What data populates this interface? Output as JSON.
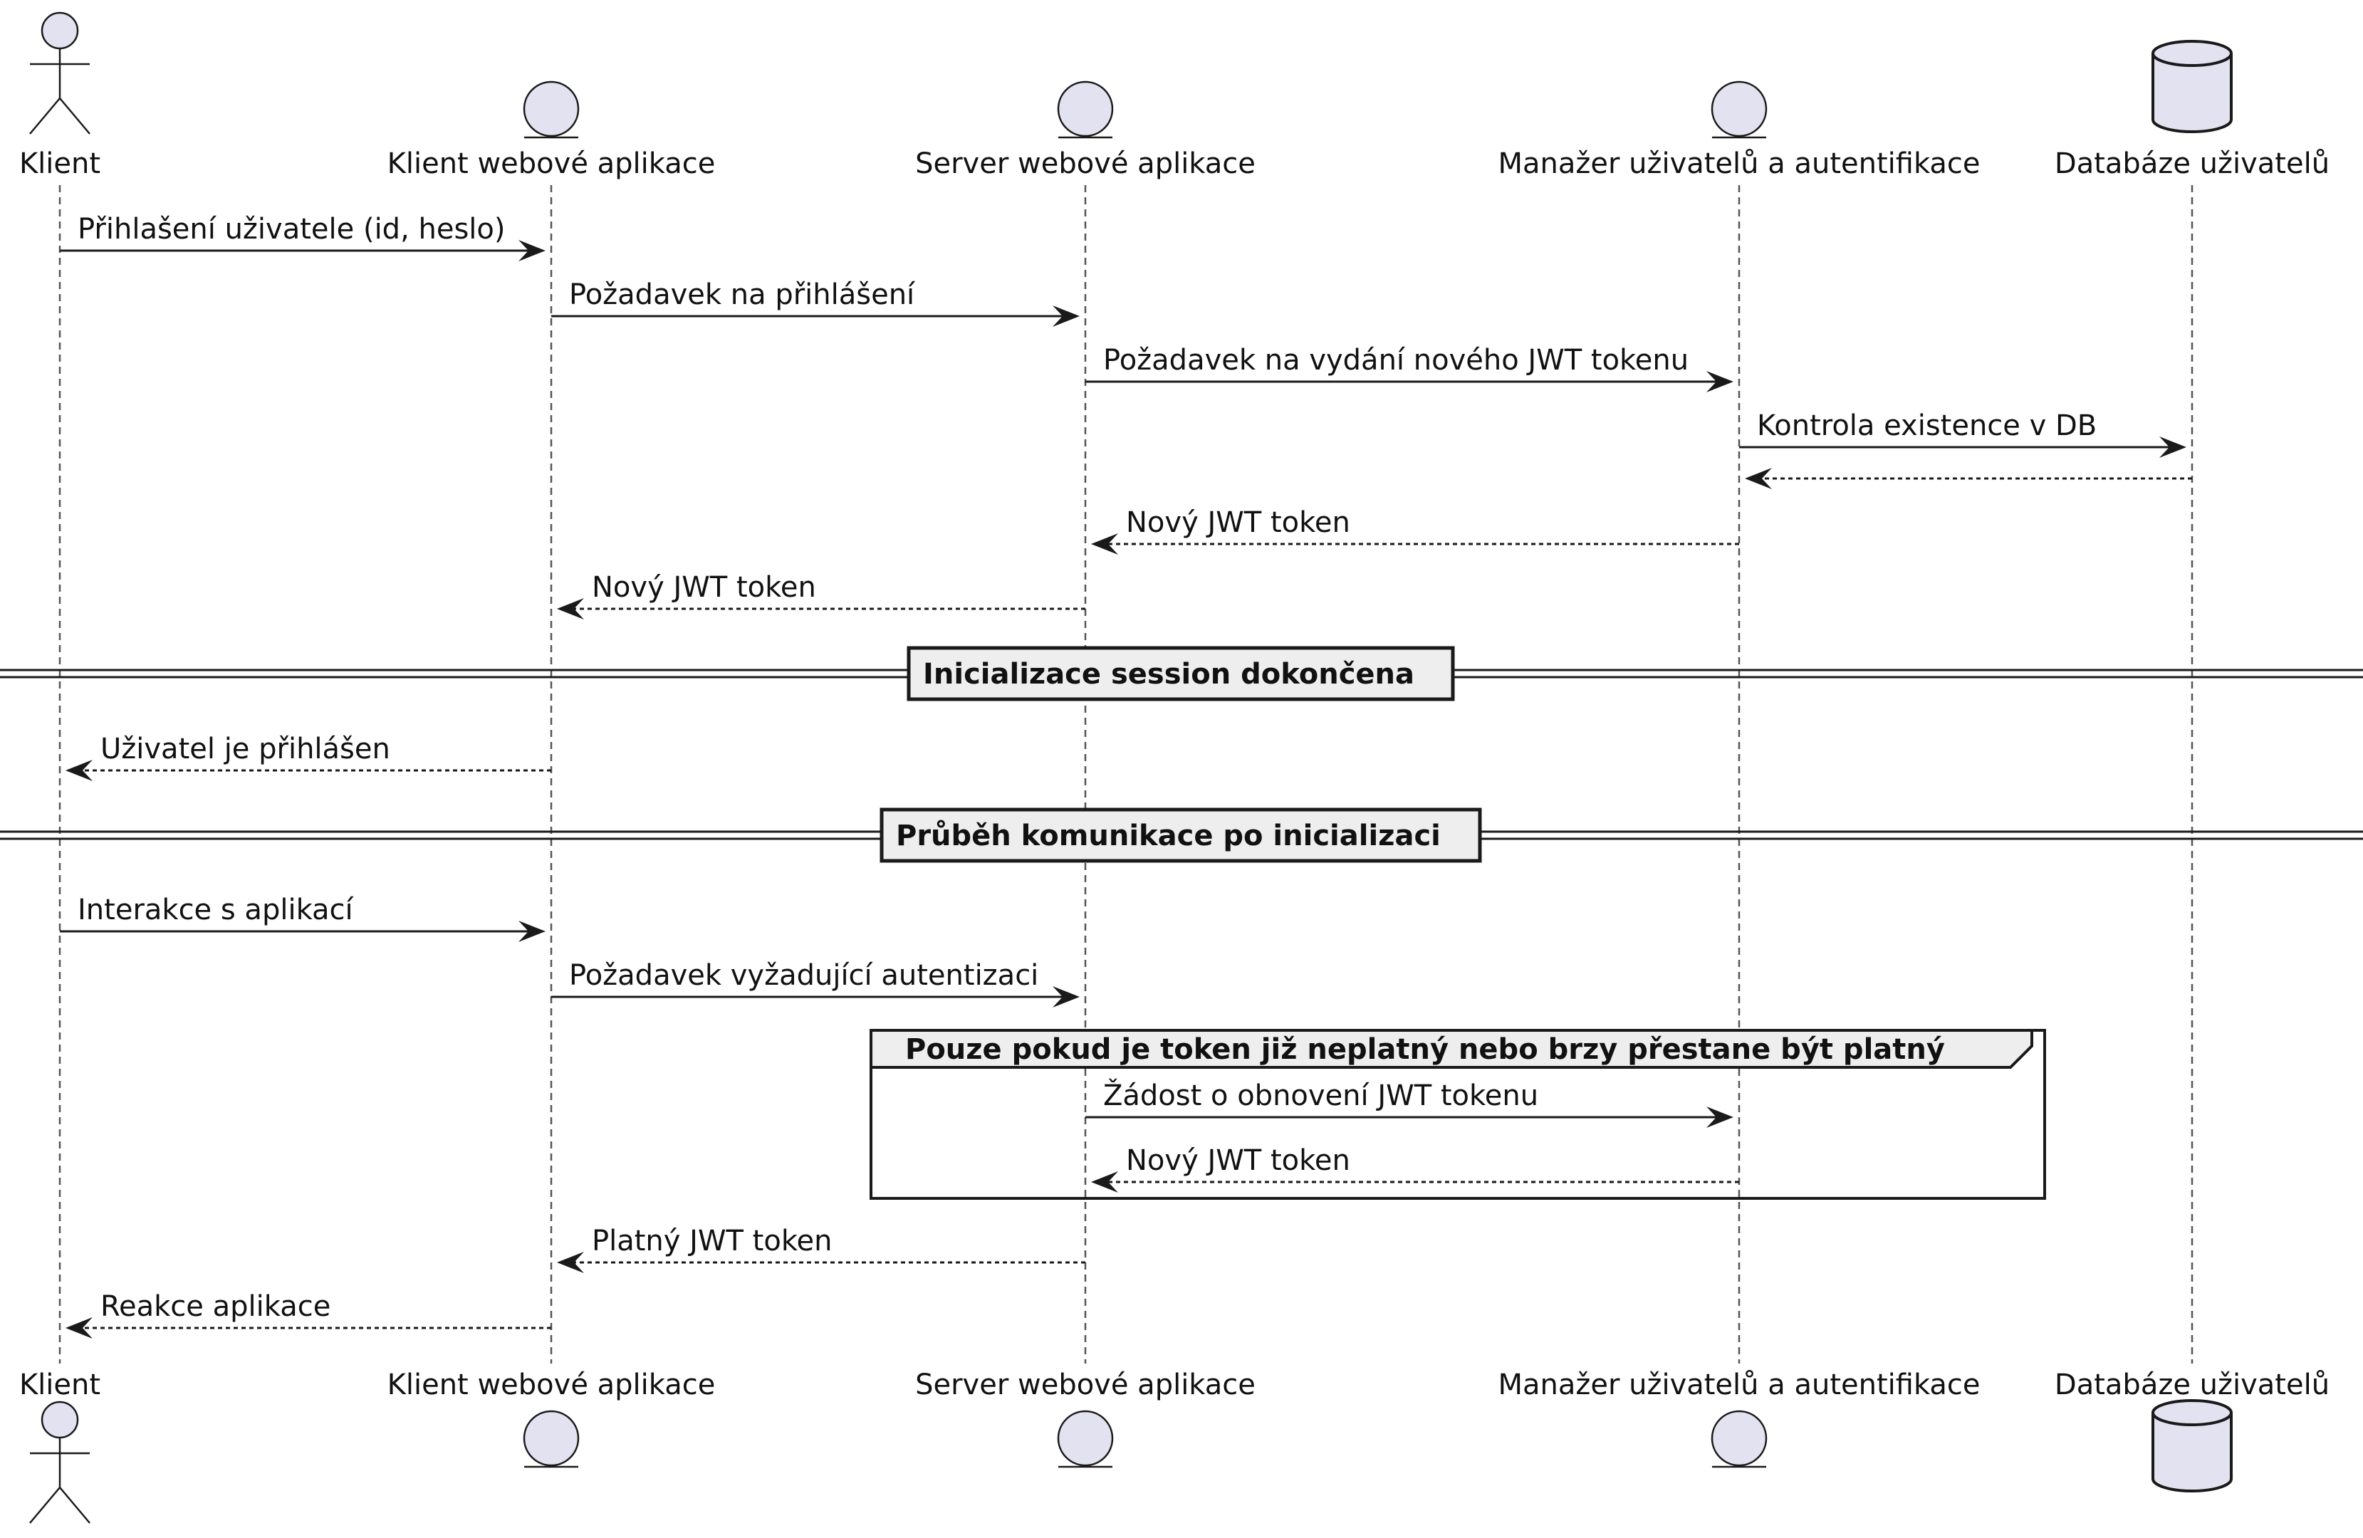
{
  "participants": [
    {
      "id": "p0",
      "label": "Klient",
      "kind": "actor"
    },
    {
      "id": "p1",
      "label": "Klient webové aplikace",
      "kind": "entity"
    },
    {
      "id": "p2",
      "label": "Server webové aplikace",
      "kind": "entity"
    },
    {
      "id": "p3",
      "label": "Manažer uživatelů a autentifikace",
      "kind": "entity"
    },
    {
      "id": "p4",
      "label": "Databáze uživatelů",
      "kind": "database"
    }
  ],
  "messages": [
    {
      "from": 0,
      "to": 1,
      "label": "Přihlašení uživatele (id, heslo)",
      "style": "solid"
    },
    {
      "from": 1,
      "to": 2,
      "label": "Požadavek na přihlášení",
      "style": "solid"
    },
    {
      "from": 2,
      "to": 3,
      "label": "Požadavek na vydání nového JWT tokenu",
      "style": "solid"
    },
    {
      "from": 3,
      "to": 4,
      "label": "Kontrola existence v DB",
      "style": "solid"
    },
    {
      "from": 4,
      "to": 3,
      "label": "",
      "style": "dashed"
    },
    {
      "from": 3,
      "to": 2,
      "label": "Nový JWT token",
      "style": "dashed"
    },
    {
      "from": 2,
      "to": 1,
      "label": "Nový JWT token",
      "style": "dashed"
    },
    {
      "from": 1,
      "to": 0,
      "label": "Uživatel je přihlášen",
      "style": "dashed"
    },
    {
      "from": 0,
      "to": 1,
      "label": "Interakce s aplikací",
      "style": "solid"
    },
    {
      "from": 1,
      "to": 2,
      "label": "Požadavek vyžadující autentizaci",
      "style": "solid"
    },
    {
      "from": 2,
      "to": 3,
      "label": "Žádost o obnovení JWT tokenu",
      "style": "solid"
    },
    {
      "from": 3,
      "to": 2,
      "label": "Nový JWT token",
      "style": "dashed"
    },
    {
      "from": 2,
      "to": 1,
      "label": "Platný JWT token",
      "style": "dashed"
    },
    {
      "from": 1,
      "to": 0,
      "label": "Reakce aplikace",
      "style": "dashed"
    }
  ],
  "dividers": [
    {
      "label": "Inicializace session dokončena"
    },
    {
      "label": "Průběh komunikace po inicializaci"
    }
  ],
  "group": {
    "label": "Pouze pokud je token již neplatný nebo brzy přestane být platný"
  }
}
